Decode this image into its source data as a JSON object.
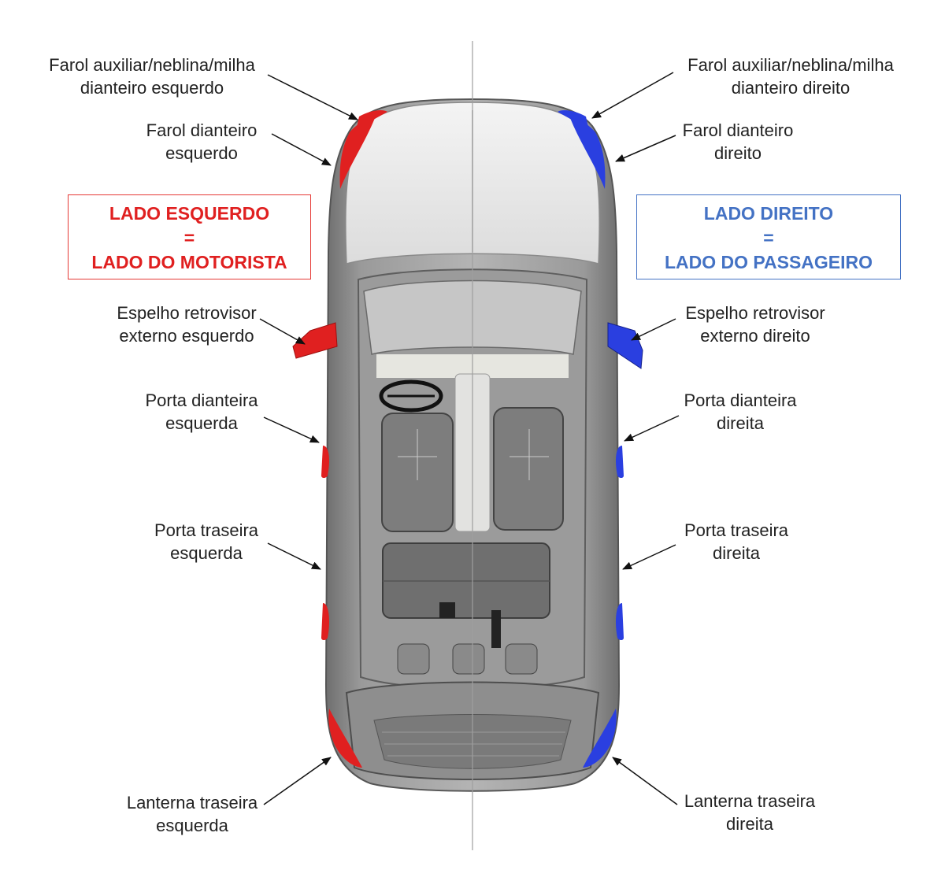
{
  "colors": {
    "left_side": "#e02020",
    "right_side": "#2a3fe0",
    "left_box_text": "#e02020",
    "right_box_text": "#4472c4",
    "car_body": "#8a8a8a"
  },
  "side_boxes": {
    "left": {
      "line1": "LADO ESQUERDO",
      "line2": "=",
      "line3": "LADO DO MOTORISTA"
    },
    "right": {
      "line1": "LADO DIREITO",
      "line2": "=",
      "line3": "LADO DO PASSAGEIRO"
    }
  },
  "labels": {
    "left": {
      "fog_light": {
        "line1": "Farol auxiliar/neblina/milha",
        "line2": "dianteiro esquerdo"
      },
      "headlight": {
        "line1": "Farol dianteiro",
        "line2": "esquerdo"
      },
      "mirror": {
        "line1": "Espelho retrovisor",
        "line2": "externo esquerdo"
      },
      "front_door": {
        "line1": "Porta dianteira",
        "line2": "esquerda"
      },
      "rear_door": {
        "line1": "Porta traseira",
        "line2": "esquerda"
      },
      "tail_light": {
        "line1": "Lanterna traseira",
        "line2": "esquerda"
      }
    },
    "right": {
      "fog_light": {
        "line1": "Farol auxiliar/neblina/milha",
        "line2": "dianteiro direito"
      },
      "headlight": {
        "line1": "Farol dianteiro",
        "line2": "direito"
      },
      "mirror": {
        "line1": "Espelho retrovisor",
        "line2": "externo direito"
      },
      "front_door": {
        "line1": "Porta dianteira",
        "line2": "direita"
      },
      "rear_door": {
        "line1": "Porta traseira",
        "line2": "direita"
      },
      "tail_light": {
        "line1": "Lanterna traseira",
        "line2": "direita"
      }
    }
  }
}
